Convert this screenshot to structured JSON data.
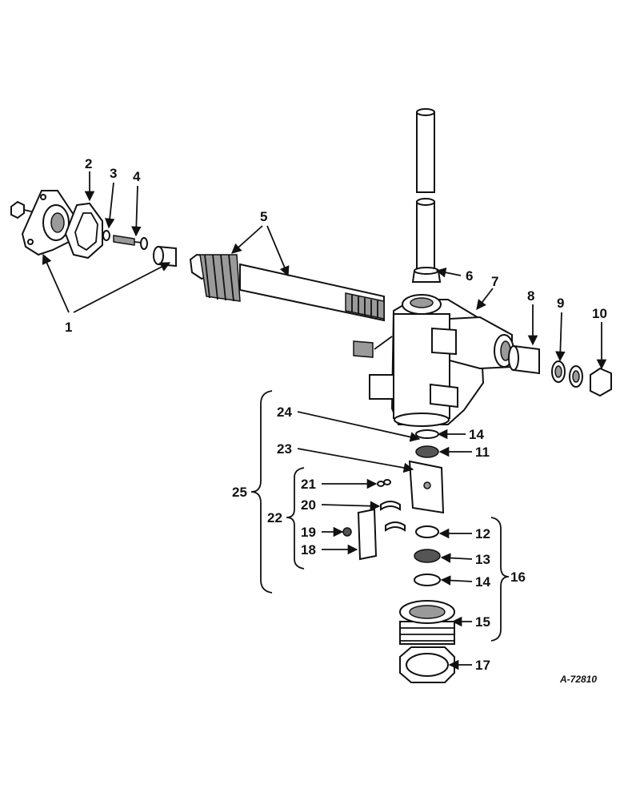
{
  "labels": {
    "l1": "1",
    "l2": "2",
    "l3": "3",
    "l4": "4",
    "l5": "5",
    "l6": "6",
    "l7": "7",
    "l8": "8",
    "l9": "9",
    "l10": "10",
    "l11": "11",
    "l12": "12",
    "l13": "13",
    "l14a": "14",
    "l14b": "14",
    "l15": "15",
    "l16": "16",
    "l17": "17",
    "l18": "18",
    "l19": "19",
    "l20": "20",
    "l21": "21",
    "l22": "22",
    "l23": "23",
    "l24": "24",
    "l25": "25"
  },
  "reference": "A-72810"
}
